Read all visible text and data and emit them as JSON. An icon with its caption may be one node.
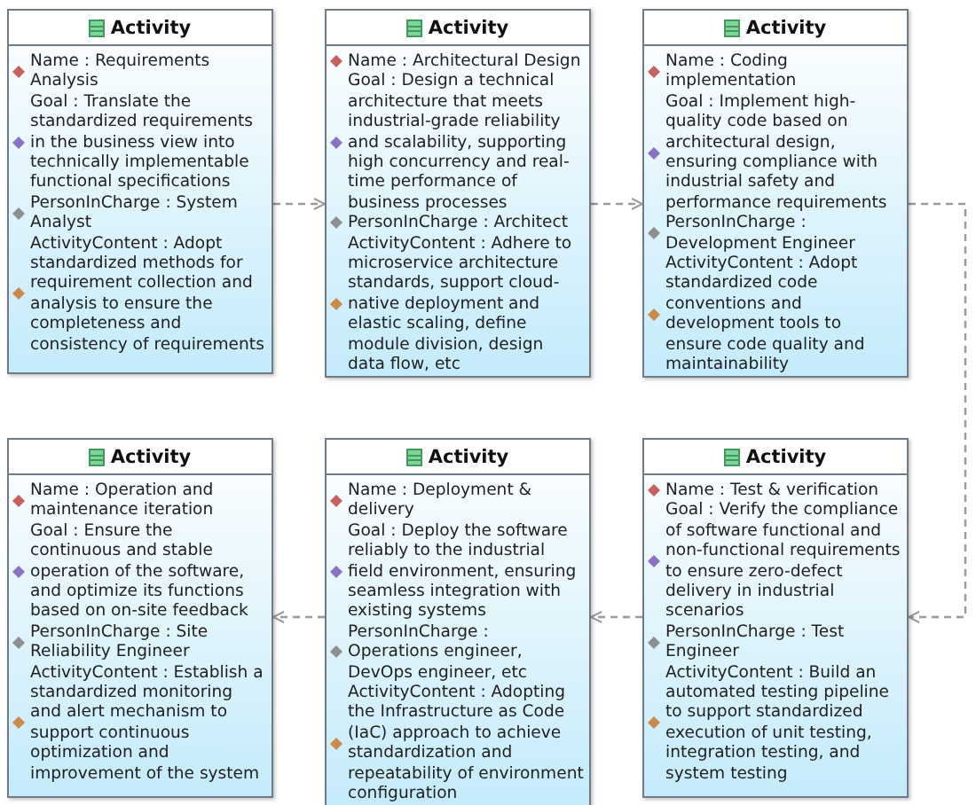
{
  "diagram": {
    "nodes": [
      {
        "text": [
          "Activity",
          "Name : Requirements Analysis",
          "Goal : Translate the standardized requirements in the business view into technically implementable functional specifications",
          "PersonInCharge : System Analyst",
          "ActivityContent : Adopt standardized methods for requirement collection and analysis to ensure the completeness and consistency of requirements"
        ]
      },
      {
        "text": [
          "Activity",
          "Name : Architectural Design",
          "Goal : Design a technical architecture that meets industrial-grade reliability and scalability, supporting high concurrency and real-time performance of business processes",
          "PersonInCharge : Architect",
          "ActivityContent : Adhere to microservice architecture standards, support cloud-native deployment and elastic scaling, define module division, design data flow, etc"
        ]
      },
      {
        "text": [
          "Activity",
          "Name : Coding implementation",
          "Goal : Implement high-quality code based on architectural design, ensuring compliance with industrial safety and performance requirements",
          "PersonInCharge : Development Engineer",
          "ActivityContent : Adopt standardized code conventions and development tools to ensure code quality and maintainability"
        ]
      },
      {
        "text": [
          "Activity",
          "Name : Operation and maintenance iteration",
          "Goal : Ensure the continuous and stable operation of the software, and optimize its functions based on on-site feedback",
          "PersonInCharge : Site Reliability Engineer",
          "ActivityContent : Establish a standardized monitoring and alert mechanism to support continuous optimization and improvement of the system"
        ]
      },
      {
        "text": [
          "Activity",
          "Name : Deployment & delivery",
          "Goal : Deploy the software reliably to the industrial field environment, ensuring seamless integration with existing systems",
          "PersonInCharge : Operations engineer, DevOps engineer, etc",
          "ActivityContent : Adopting the Infrastructure as Code (IaC) approach to achieve standardization and repeatability of environment configuration"
        ]
      },
      {
        "text": [
          "Activity",
          "Name : Test & verification",
          "Goal : Verify the compliance of software functional and non-functional requirements to ensure zero-defect delivery in industrial scenarios",
          "PersonInCharge : Test Engineer",
          "ActivityContent : Build an automated testing pipeline to support standardized execution of unit testing, integration testing, and system testing"
        ]
      }
    ],
    "edges": [
      {
        "from": 0,
        "to": 1,
        "arrow": "to",
        "style": "dashed"
      },
      {
        "from": 1,
        "to": 2,
        "arrow": "to",
        "style": "dashed"
      },
      {
        "from": 2,
        "to": 5,
        "arrow": "to",
        "style": "dashed"
      },
      {
        "from": 5,
        "to": 4,
        "arrow": "to",
        "style": "dashed"
      },
      {
        "from": 4,
        "to": 3,
        "arrow": "to",
        "style": "dashed"
      }
    ]
  }
}
